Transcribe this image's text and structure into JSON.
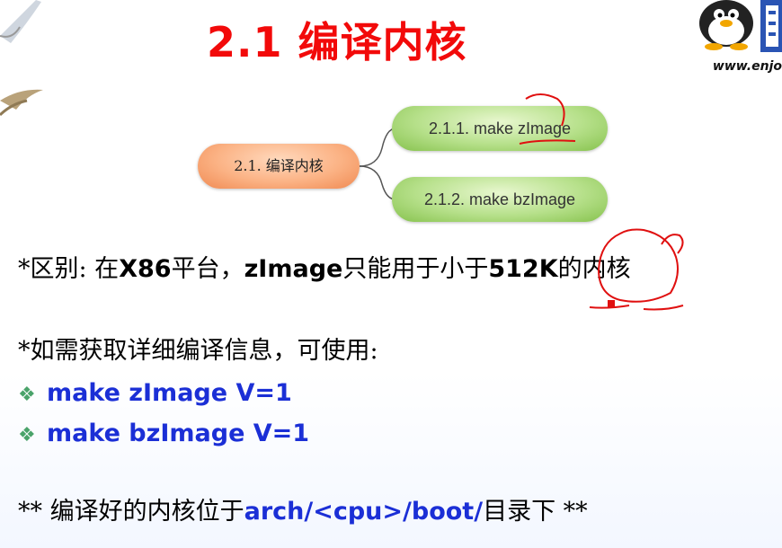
{
  "slide": {
    "title": "2.1 编译内核",
    "logo_url": "www.enjo"
  },
  "mindmap": {
    "root": "2.1. 编译内核",
    "children": [
      "2.1.1. make zImage",
      "2.1.2. make bzImage"
    ]
  },
  "body": {
    "line1_prefix": "*区别: 在",
    "line1_x86": "X86",
    "line1_mid": "平台，",
    "line1_zimage": "zImage",
    "line1_mid2": "只能用于小于",
    "line1_size": "512K",
    "line1_suffix": "的内核",
    "line2": "*如需获取详细编译信息，可使用:",
    "cmd1": "make zImage V=1",
    "cmd2": "make bzImage V=1",
    "line5_prefix": "** 编译好的内核位于",
    "line5_path": "arch/<cpu>/boot/",
    "line5_suffix": "目录下 **"
  },
  "colors": {
    "title": "#f20a0a",
    "command": "#1b2fd6",
    "bullet": "#4aa36a",
    "annotation": "#e01010"
  },
  "icons": [
    "seagull-icon",
    "penguin-icon",
    "diamond-bullet-icon"
  ]
}
